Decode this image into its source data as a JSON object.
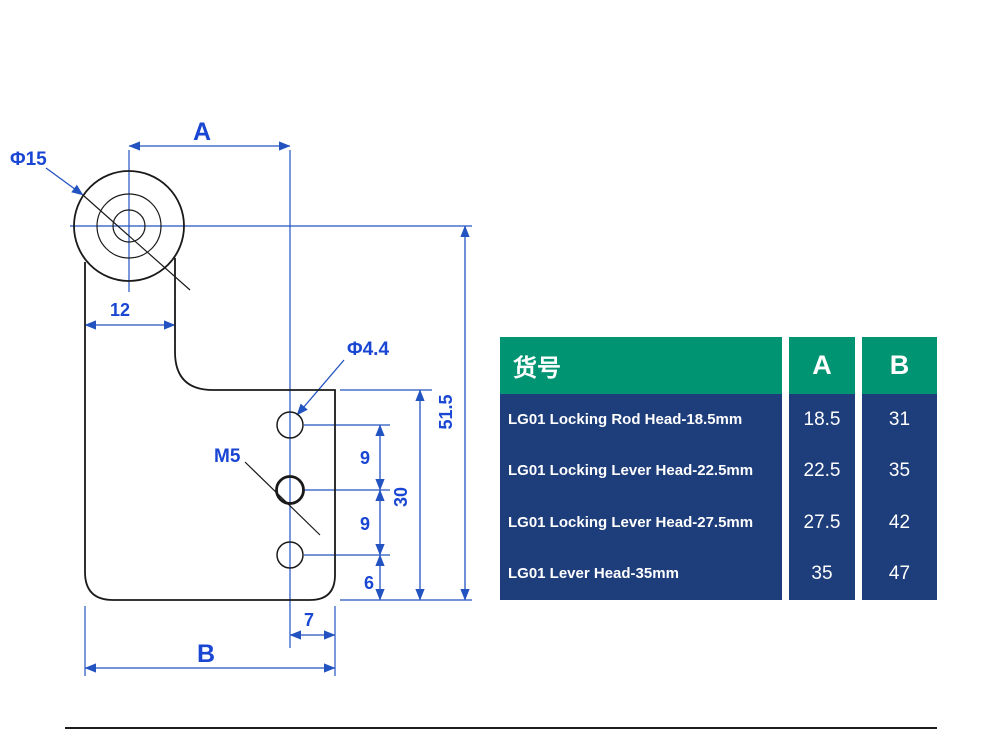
{
  "drawing": {
    "dims": {
      "phi15": "Φ15",
      "a": "A",
      "d12": "12",
      "phi44": "Φ4.4",
      "m5": "M5",
      "d9a": "9",
      "d9b": "9",
      "d30": "30",
      "d515": "51.5",
      "d6": "6",
      "d7": "7",
      "b": "B"
    }
  },
  "table": {
    "header": {
      "part": "货号",
      "a": "A",
      "b": "B"
    },
    "rows": [
      {
        "name": "LG01 Locking Rod Head-18.5mm",
        "a": "18.5",
        "b": "31"
      },
      {
        "name": "LG01 Locking Lever Head-22.5mm",
        "a": "22.5",
        "b": "35"
      },
      {
        "name": "LG01 Locking Lever Head-27.5mm",
        "a": "27.5",
        "b": "42"
      },
      {
        "name": "LG01 Lever Head-35mm",
        "a": "35",
        "b": "47"
      }
    ]
  },
  "colors": {
    "dimension_blue": "#1946d2",
    "outline_black": "#1a1a1a",
    "table_header_green": "#009472",
    "table_body_blue": "#1e3d7b",
    "table_text": "#ffffff"
  }
}
